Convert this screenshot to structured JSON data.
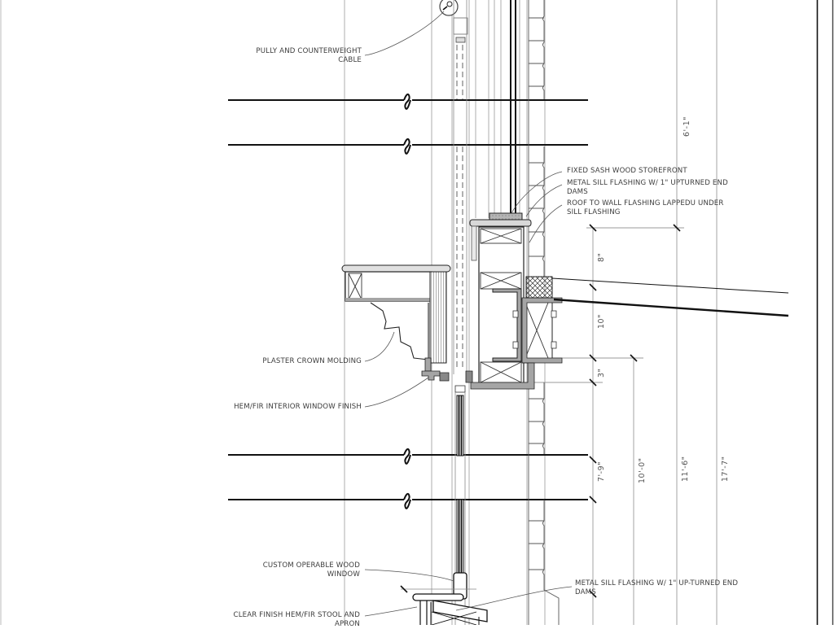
{
  "drawing": {
    "type": "wall-section-detail",
    "labels": {
      "pulley": [
        "PULLY AND COUNTERWEIGHT",
        "CABLE"
      ],
      "fixed_sash": "FIXED SASH WOOD STOREFRONT",
      "metal_sill_top": [
        "METAL SILL FLASHING W/ 1\" UPTURNED END",
        "DAMS"
      ],
      "roof_flashing": [
        "ROOF TO WALL FLASHING LAPPEDU UNDER",
        "SILL FLASHING"
      ],
      "crown_molding": "PLASTER CROWN MOLDING",
      "interior_finish": "HEM/FIR INTERIOR WINDOW FINISH",
      "operable_window": [
        "CUSTOM OPERABLE WOOD",
        "WINDOW"
      ],
      "stool_apron": [
        "CLEAR FINISH HEM/FIR STOOL AND",
        "APRON"
      ],
      "metal_sill_bottom": [
        "METAL SILL FLASHING W/ 1\" UP-TURNED END",
        "DAMS"
      ]
    },
    "dimensions": {
      "d_6_1": "6'-1\"",
      "d_8": "8\"",
      "d_10": "10\"",
      "d_3": "3\"",
      "d_7_9": "7'-9\"",
      "d_10_0": "10'-0\"",
      "d_11_6": "11'-6\"",
      "d_17_7": "17'-7\""
    },
    "colors": {
      "line": "#111111",
      "thin_line": "#888888",
      "fill_gray": "#9a9a9a",
      "background": "#ffffff"
    }
  }
}
